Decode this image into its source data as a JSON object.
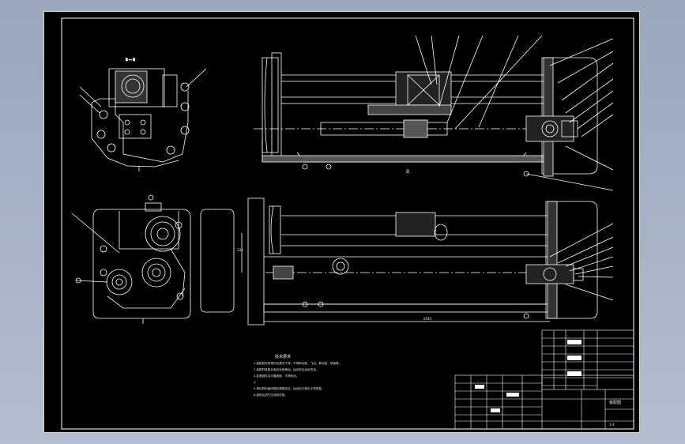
{
  "drawing": {
    "section_label": "B — B",
    "side_dim": "335",
    "bottom_dim": "2540",
    "center_mark": "B",
    "notes_title": "技术要求",
    "notes": [
      "1.装配前所有零件应清洗干净，不得有毛刺、飞边、氧化皮、锈蚀等。",
      "2.装配时各配合面应涂润滑油，运动件应运动灵活。",
      "3.各紧固件应可靠紧固，不得松动。",
      "4.",
      "5.滑动导轨面间隙应调整适当，运动应平稳无卡滞现象。",
      "6.装配后进行空运转试验。"
    ]
  },
  "title_block": {
    "drawing_title": "装配图",
    "company": "",
    "scale": "1:4"
  },
  "colors": {
    "background": "#000000",
    "outer": "#a4b0c4",
    "line": "#ffffff",
    "accent": "#ff3030",
    "border": "#d8d8d8"
  }
}
